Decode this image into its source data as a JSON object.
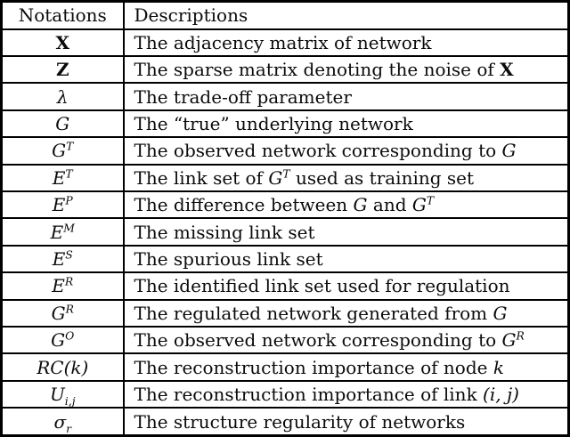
{
  "table": {
    "colors": {
      "border": "#000000",
      "text": "#0b0b0b",
      "background": "#ffffff"
    },
    "header": {
      "notations": "Notations",
      "descriptions": "Descriptions"
    },
    "rows": [
      {
        "notation": {
          "base": "X"
        },
        "desc": {
          "t1": "The adjacency matrix of network"
        }
      },
      {
        "notation": {
          "base": "Z"
        },
        "desc": {
          "t1": "The sparse matrix denoting the noise of ",
          "b1": "X"
        }
      },
      {
        "notation": {
          "base": "λ"
        },
        "desc": {
          "t1": "The trade-off parameter"
        }
      },
      {
        "notation": {
          "base": "G"
        },
        "desc": {
          "t1": "The “true” underlying network"
        }
      },
      {
        "notation": {
          "base": "G",
          "sup": "T"
        },
        "desc": {
          "t1": "The observed network corresponding to ",
          "m1": "G"
        }
      },
      {
        "notation": {
          "base": "E",
          "sup": "T"
        },
        "desc": {
          "t1": "The link set of ",
          "m1": "G",
          "s1": "T",
          "t2": " used as training set"
        }
      },
      {
        "notation": {
          "base": "E",
          "sup": "P"
        },
        "desc": {
          "t1": "The difference between ",
          "m1": "G",
          "t2": " and ",
          "m2": "G",
          "s2": "T"
        }
      },
      {
        "notation": {
          "base": "E",
          "sup": "M"
        },
        "desc": {
          "t1": "The missing link set"
        }
      },
      {
        "notation": {
          "base": "E",
          "sup": "S"
        },
        "desc": {
          "t1": "The spurious link set"
        }
      },
      {
        "notation": {
          "base": "E",
          "sup": "R"
        },
        "desc": {
          "t1": "The identified link set used for regulation"
        }
      },
      {
        "notation": {
          "base": "G",
          "sup": "R"
        },
        "desc": {
          "t1": "The regulated network generated from ",
          "m1": "G"
        }
      },
      {
        "notation": {
          "base": "G",
          "sup": "O"
        },
        "desc": {
          "t1": "The observed network corresponding to ",
          "m1": "G",
          "s1": "R"
        }
      },
      {
        "notation": {
          "base": "RC(k)"
        },
        "desc": {
          "t1": "The reconstruction importance of node ",
          "m1": "k"
        }
      },
      {
        "notation": {
          "base": "U",
          "sub": "i,j"
        },
        "desc": {
          "t1": "The reconstruction importance of link ",
          "m1": "(i, j)"
        }
      },
      {
        "notation": {
          "base": "σ",
          "sub": "r"
        },
        "desc": {
          "t1": "The structure regularity of networks"
        }
      }
    ]
  }
}
